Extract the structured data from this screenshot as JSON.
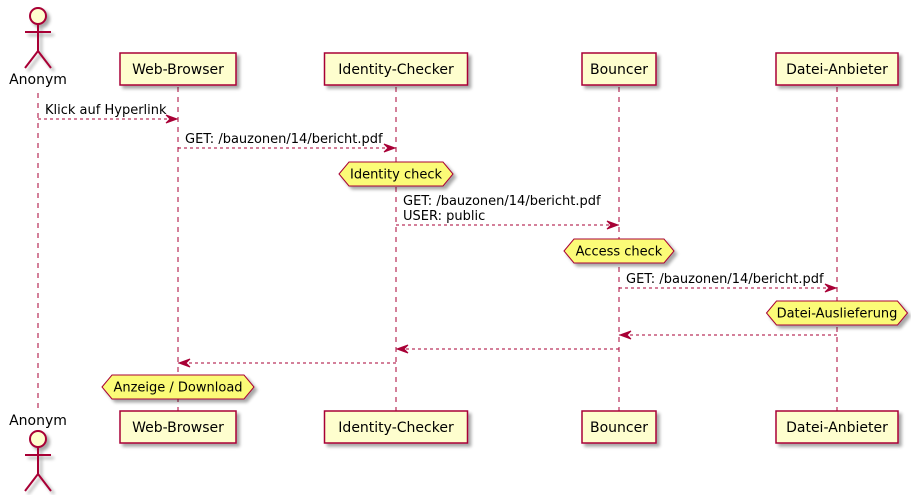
{
  "colors": {
    "line": "#A80036",
    "participant_fill": "#FEFECE",
    "hex_fill": "#FBFB77",
    "text": "#000000"
  },
  "actor": {
    "name": "Anonym",
    "icon": "stick-figure-icon"
  },
  "participants": [
    {
      "id": "browser",
      "name": "Web-Browser"
    },
    {
      "id": "idcheck",
      "name": "Identity-Checker"
    },
    {
      "id": "bouncer",
      "name": "Bouncer"
    },
    {
      "id": "anbieter",
      "name": "Datei-Anbieter"
    }
  ],
  "messages": [
    {
      "from": "actor",
      "to": "browser",
      "lines": [
        "Klick auf Hyperlink"
      ]
    },
    {
      "from": "browser",
      "to": "idcheck",
      "lines": [
        "GET: /bauzonen/14/bericht.pdf"
      ]
    },
    {
      "from": "idcheck",
      "to": "bouncer",
      "lines": [
        "GET: /bauzonen/14/bericht.pdf",
        "USER: public"
      ]
    },
    {
      "from": "bouncer",
      "to": "anbieter",
      "lines": [
        "GET: /bauzonen/14/bericht.pdf"
      ]
    },
    {
      "from": "anbieter",
      "to": "bouncer",
      "lines": []
    },
    {
      "from": "bouncer",
      "to": "idcheck",
      "lines": []
    },
    {
      "from": "idcheck",
      "to": "browser",
      "lines": []
    }
  ],
  "notes": [
    {
      "on": "idcheck",
      "text": "Identity check"
    },
    {
      "on": "bouncer",
      "text": "Access check"
    },
    {
      "on": "anbieter",
      "text": "Datei-Auslieferung"
    },
    {
      "on": "browser",
      "text": "Anzeige / Download"
    }
  ]
}
